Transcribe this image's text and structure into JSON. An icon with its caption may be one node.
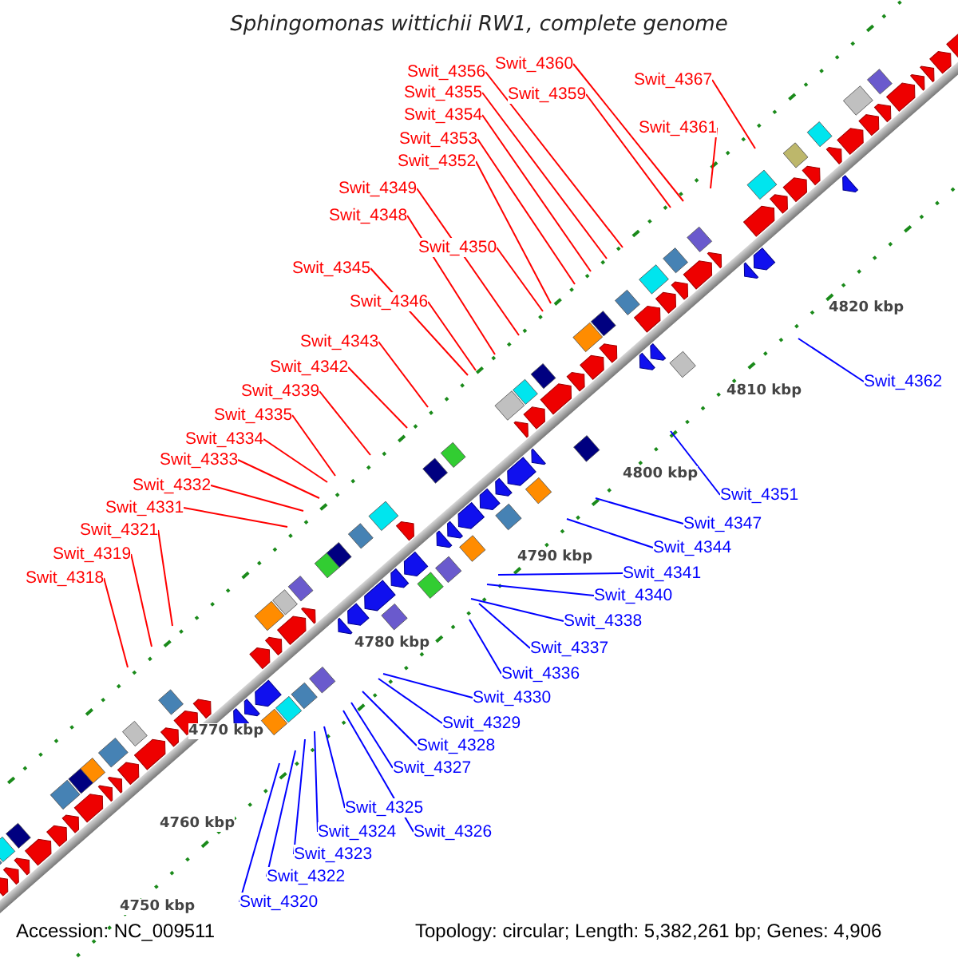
{
  "diagram": {
    "title": "Sphingomonas wittichii RW1, complete genome",
    "nodes": [
      {
        "text": [
          "Swit_4356"
        ]
      },
      {
        "text": [
          "Swit_4360"
        ]
      },
      {
        "text": [
          "Swit_4355"
        ]
      },
      {
        "text": [
          "Swit_4359"
        ]
      },
      {
        "text": [
          "Swit_4367"
        ]
      },
      {
        "text": [
          "Swit_4354"
        ]
      },
      {
        "text": [
          "Swit_4361"
        ]
      },
      {
        "text": [
          "Swit_4353"
        ]
      },
      {
        "text": [
          "Swit_4352"
        ]
      },
      {
        "text": [
          "Swit_4349"
        ]
      },
      {
        "text": [
          "Swit_4348"
        ]
      },
      {
        "text": [
          "Swit_4350"
        ]
      },
      {
        "text": [
          "Swit_4345"
        ]
      },
      {
        "text": [
          "Swit_4346"
        ]
      },
      {
        "text": [
          "Swit_4343"
        ]
      },
      {
        "text": [
          "Swit_4342"
        ]
      },
      {
        "text": [
          "Swit_4339"
        ]
      },
      {
        "text": [
          "Swit_4335"
        ]
      },
      {
        "text": [
          "Swit_4334"
        ]
      },
      {
        "text": [
          "Swit_4333"
        ]
      },
      {
        "text": [
          "Swit_4332"
        ]
      },
      {
        "text": [
          "Swit_4331"
        ]
      },
      {
        "text": [
          "Swit_4321"
        ]
      },
      {
        "text": [
          "Swit_4319"
        ]
      },
      {
        "text": [
          "Swit_4318"
        ]
      },
      {
        "text": [
          "Swit_4362"
        ]
      },
      {
        "text": [
          "Swit_4351"
        ]
      },
      {
        "text": [
          "Swit_4347"
        ]
      },
      {
        "text": [
          "Swit_4344"
        ]
      },
      {
        "text": [
          "Swit_4341"
        ]
      },
      {
        "text": [
          "Swit_4340"
        ]
      },
      {
        "text": [
          "Swit_4338"
        ]
      },
      {
        "text": [
          "Swit_4337"
        ]
      },
      {
        "text": [
          "Swit_4336"
        ]
      },
      {
        "text": [
          "Swit_4330"
        ]
      },
      {
        "text": [
          "Swit_4329"
        ]
      },
      {
        "text": [
          "Swit_4328"
        ]
      },
      {
        "text": [
          "Swit_4327"
        ]
      },
      {
        "text": [
          "Swit_4325"
        ]
      },
      {
        "text": [
          "Swit_4326"
        ]
      },
      {
        "text": [
          "Swit_4324"
        ]
      },
      {
        "text": [
          "Swit_4323"
        ]
      },
      {
        "text": [
          "Swit_4322"
        ]
      },
      {
        "text": [
          "Swit_4320"
        ]
      }
    ],
    "edges": [
      {
        "from": 0,
        "to": null,
        "arrow": "none"
      },
      {
        "from": 1,
        "to": null,
        "arrow": "none"
      },
      {
        "from": 2,
        "to": null,
        "arrow": "none"
      },
      {
        "from": 3,
        "to": null,
        "arrow": "none"
      },
      {
        "from": 4,
        "to": null,
        "arrow": "none"
      },
      {
        "from": 5,
        "to": null,
        "arrow": "none"
      },
      {
        "from": 6,
        "to": null,
        "arrow": "none"
      },
      {
        "from": 7,
        "to": null,
        "arrow": "none"
      },
      {
        "from": 8,
        "to": null,
        "arrow": "none"
      },
      {
        "from": 9,
        "to": null,
        "arrow": "none"
      },
      {
        "from": 10,
        "to": null,
        "arrow": "none"
      },
      {
        "from": 11,
        "to": null,
        "arrow": "none"
      },
      {
        "from": 12,
        "to": null,
        "arrow": "none"
      },
      {
        "from": 13,
        "to": null,
        "arrow": "none"
      },
      {
        "from": 14,
        "to": null,
        "arrow": "none"
      },
      {
        "from": 15,
        "to": null,
        "arrow": "none"
      },
      {
        "from": 16,
        "to": null,
        "arrow": "none"
      },
      {
        "from": 17,
        "to": null,
        "arrow": "none"
      },
      {
        "from": 18,
        "to": null,
        "arrow": "none"
      },
      {
        "from": 19,
        "to": null,
        "arrow": "none"
      },
      {
        "from": 20,
        "to": null,
        "arrow": "none"
      },
      {
        "from": 21,
        "to": null,
        "arrow": "none"
      },
      {
        "from": 22,
        "to": null,
        "arrow": "none"
      },
      {
        "from": 23,
        "to": null,
        "arrow": "none"
      },
      {
        "from": 24,
        "to": null,
        "arrow": "none"
      },
      {
        "from": 25,
        "to": null,
        "arrow": "none",
        "color": "#0000ff"
      },
      {
        "from": 26,
        "to": null,
        "arrow": "none",
        "color": "#0000ff"
      },
      {
        "from": 27,
        "to": null,
        "arrow": "none",
        "color": "#0000ff"
      },
      {
        "from": 28,
        "to": null,
        "arrow": "none",
        "color": "#0000ff"
      },
      {
        "from": 29,
        "to": null,
        "arrow": "none",
        "color": "#0000ff"
      },
      {
        "from": 30,
        "to": null,
        "arrow": "none",
        "color": "#0000ff"
      },
      {
        "from": 31,
        "to": null,
        "arrow": "none",
        "color": "#0000ff"
      },
      {
        "from": 32,
        "to": null,
        "arrow": "none",
        "color": "#0000ff"
      },
      {
        "from": 33,
        "to": null,
        "arrow": "none",
        "color": "#0000ff"
      },
      {
        "from": 34,
        "to": null,
        "arrow": "none",
        "color": "#0000ff"
      },
      {
        "from": 35,
        "to": null,
        "arrow": "none",
        "color": "#0000ff"
      },
      {
        "from": 36,
        "to": null,
        "arrow": "none",
        "color": "#0000ff"
      },
      {
        "from": 37,
        "to": null,
        "arrow": "none",
        "color": "#0000ff"
      },
      {
        "from": 38,
        "to": null,
        "arrow": "none",
        "color": "#0000ff"
      },
      {
        "from": 39,
        "to": null,
        "arrow": "none",
        "color": "#0000ff"
      },
      {
        "from": 40,
        "to": null,
        "arrow": "none",
        "color": "#0000ff"
      },
      {
        "from": 41,
        "to": null,
        "arrow": "none",
        "color": "#0000ff"
      },
      {
        "from": 42,
        "to": null,
        "arrow": "none",
        "color": "#0000ff"
      },
      {
        "from": 43,
        "to": null,
        "arrow": "none",
        "color": "#0000ff"
      }
    ],
    "labels": [
      "4820 kbp",
      "4810 kbp",
      "4800 kbp",
      "4790 kbp",
      "4780 kbp",
      "4770 kbp",
      "4760 kbp",
      "4750 kbp",
      "Accession: NC_009511",
      "Topology: circular; Length: 5,382,261 bp; Genes: 4,906"
    ]
  }
}
